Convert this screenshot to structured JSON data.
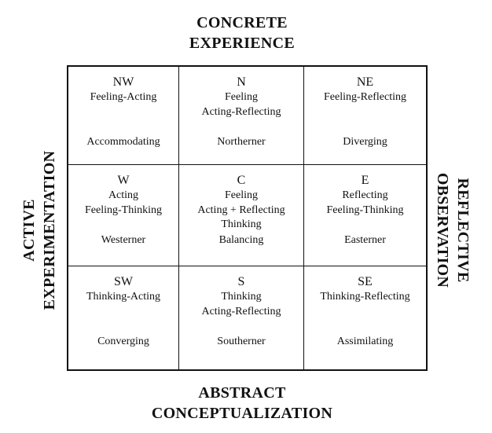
{
  "axes": {
    "top": [
      "CONCRETE",
      "EXPERIENCE"
    ],
    "bottom": [
      "ABSTRACT",
      "CONCEPTUALIZATION"
    ],
    "left": [
      "ACTIVE",
      "EXPERIMENTATION"
    ],
    "right": [
      "REFLECTIVE",
      "OBSERVATION"
    ]
  },
  "cells": [
    {
      "code": "NW",
      "lines": [
        "Feeling-Acting"
      ],
      "label": "Accommodating"
    },
    {
      "code": "N",
      "lines": [
        "Feeling",
        "Acting-Reflecting"
      ],
      "label": "Northerner"
    },
    {
      "code": "NE",
      "lines": [
        "Feeling-Reflecting"
      ],
      "label": "Diverging"
    },
    {
      "code": "W",
      "lines": [
        "Acting",
        "Feeling-Thinking"
      ],
      "label": "Westerner"
    },
    {
      "code": "C",
      "lines": [
        "Feeling",
        "Acting + Reflecting",
        "Thinking"
      ],
      "label": "Balancing"
    },
    {
      "code": "E",
      "lines": [
        "Reflecting",
        "Feeling-Thinking"
      ],
      "label": "Easterner"
    },
    {
      "code": "SW",
      "lines": [
        "Thinking-Acting"
      ],
      "label": "Converging"
    },
    {
      "code": "S",
      "lines": [
        "Thinking",
        "Acting-Reflecting"
      ],
      "label": "Southerner"
    },
    {
      "code": "SE",
      "lines": [
        "Thinking-Reflecting"
      ],
      "label": "Assimilating"
    }
  ]
}
